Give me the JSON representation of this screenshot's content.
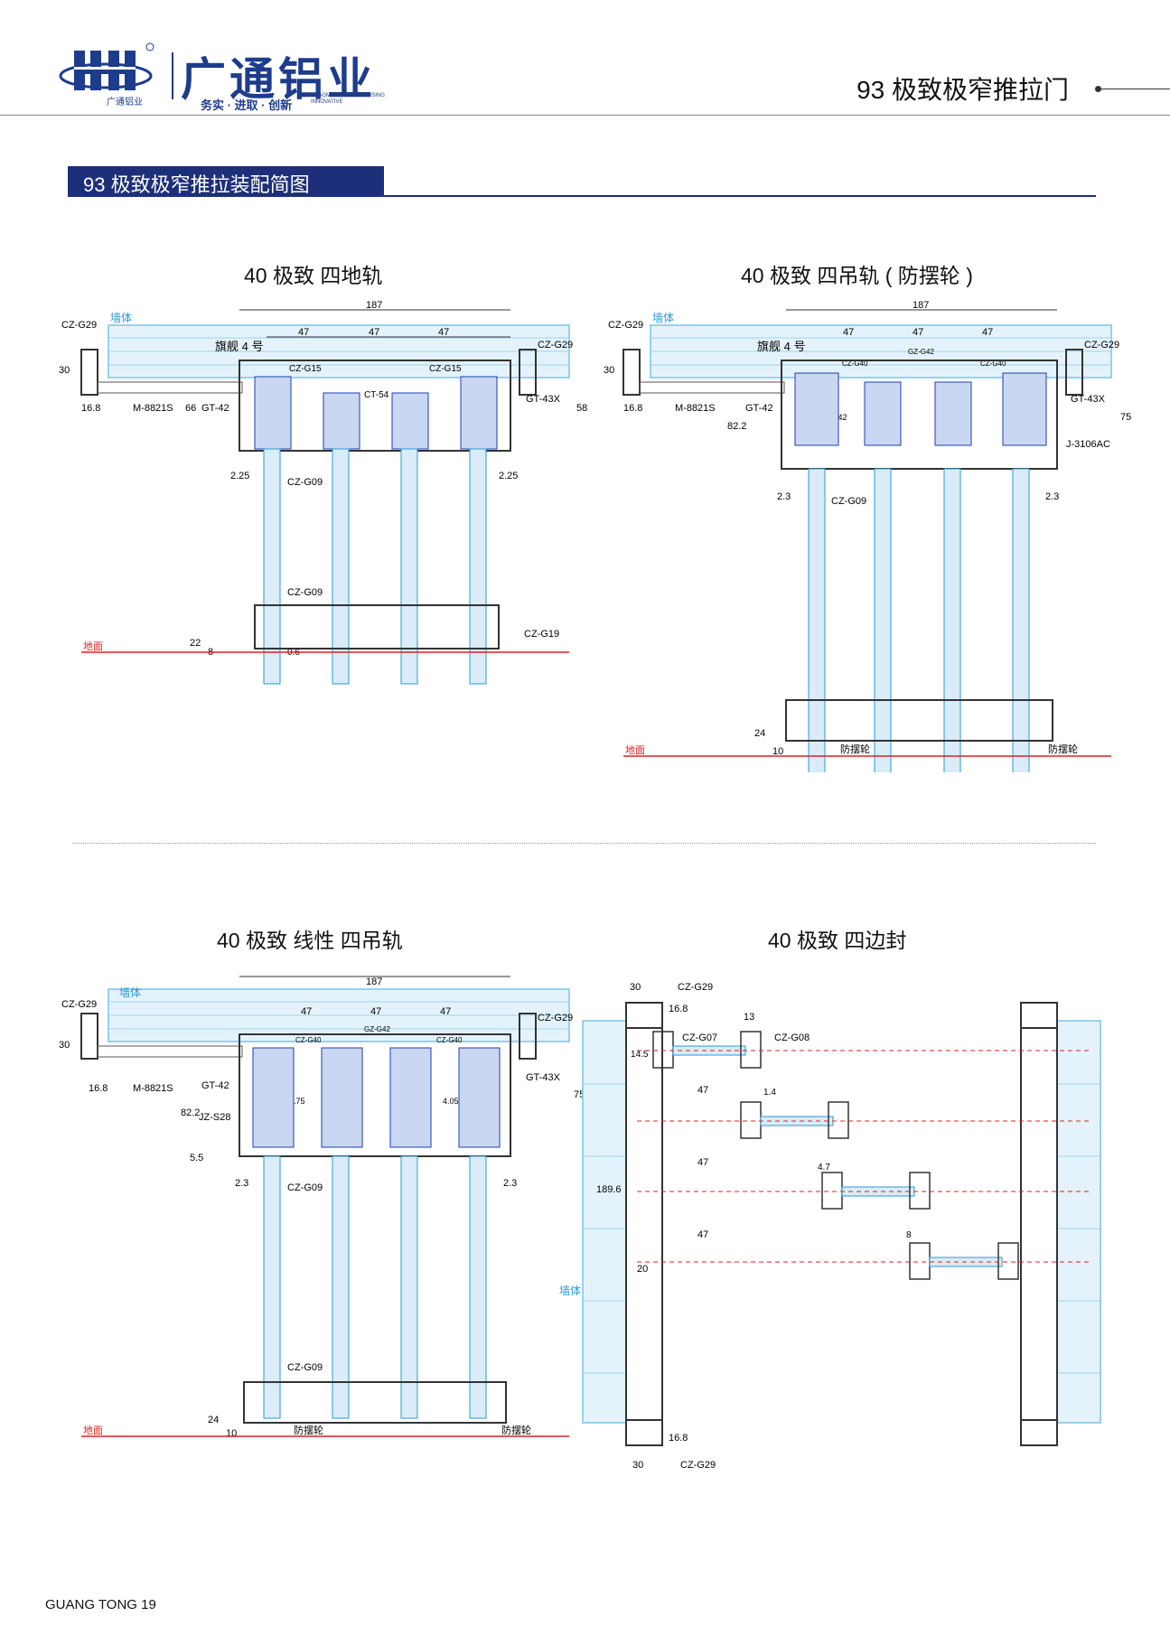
{
  "header": {
    "logo_caption": "广通铝业",
    "brand_name": "广通铝业",
    "slogan": "务实 · 进取 · 创新",
    "slogan_en": "PRAGMATIC ENTERPRISING INNOVATIVE",
    "page_title": "93 极致极窄推拉门"
  },
  "section": {
    "title": "93 极致极窄推拉装配简图"
  },
  "diagrams": {
    "d1": {
      "title": "40 极致 四地轨",
      "wall": "墙体",
      "floor": "地面",
      "flagship": "旗舰 4 号",
      "dims": {
        "total": "187",
        "span": "47",
        "left_w": "16.8",
        "left_h": "30",
        "h66": "66",
        "h58": "58",
        "gap": "2.25",
        "h22": "22",
        "h8": "8",
        "h06": "0.6"
      },
      "parts": {
        "cz_g29": "CZ-G29",
        "cz_g15": "CZ-G15",
        "ct_54": "CT-54",
        "gt_42": "GT-42",
        "gt_43x": "GT-43X",
        "m_8821s": "M-8821S",
        "cz_g09": "CZ-G09",
        "cz_g19": "CZ-G19"
      }
    },
    "d2": {
      "title": "40 极致 四吊轨 ( 防摆轮 )",
      "wall": "墙体",
      "floor": "地面",
      "flagship": "旗舰 4 号",
      "dims": {
        "total": "187",
        "span": "47",
        "left_w": "16.8",
        "left_h": "30",
        "h822": "82.2",
        "h75": "75",
        "gap": "2.3",
        "d1642": "16.42",
        "h24": "24",
        "h10": "10"
      },
      "parts": {
        "cz_g29": "CZ-G29",
        "gz_g42": "GZ-G42",
        "cz_g40": "CZ-G40",
        "gt_42": "GT-42",
        "gt_43x": "GT-43X",
        "j_3106ac": "J-3106AC",
        "m_8821s": "M-8821S",
        "cz_g09": "CZ-G09",
        "anti_wheel": "防摆轮"
      }
    },
    "d3": {
      "title": "40 极致 线性 四吊轨",
      "wall": "墙体",
      "floor": "地面",
      "dims": {
        "total": "187",
        "span": "47",
        "left_w": "16.8",
        "left_h": "30",
        "h822": "82.2",
        "h75": "75",
        "h55": "5.5",
        "gap": "2.3",
        "d1575": "15.75",
        "d405": "4.05",
        "h24": "24",
        "h10": "10"
      },
      "parts": {
        "cz_g29": "CZ-G29",
        "gz_g42": "GZ-G42",
        "cz_g40": "CZ-G40",
        "gt_42": "GT-42",
        "gt_43x": "GT-43X",
        "jz_s28": "JZ-S28",
        "m_8821s": "M-8821S",
        "cz_g09": "CZ-G09",
        "anti_wheel": "防摆轮"
      }
    },
    "d4": {
      "title": "40 极致 四边封",
      "wall": "墙体",
      "dims": {
        "w30": "30",
        "h168": "16.8",
        "w13": "13",
        "d145": "14.5",
        "d14": "1.4",
        "s47": "47",
        "d47b": "4.7",
        "d8": "8",
        "h1896": "189.6",
        "d20": "20"
      },
      "parts": {
        "cz_g29": "CZ-G29",
        "cz_g07": "CZ-G07",
        "cz_g08": "CZ-G08"
      }
    }
  },
  "footer": {
    "text": "GUANG TONG  19"
  },
  "colors": {
    "brand_blue": "#1e3c8c",
    "section_bar": "#1e2f7a",
    "wall_blue": "#7cc4e6",
    "wheel_blue": "#1a3fb0",
    "red_dash": "#e02020",
    "floor_red": "#e02020"
  }
}
